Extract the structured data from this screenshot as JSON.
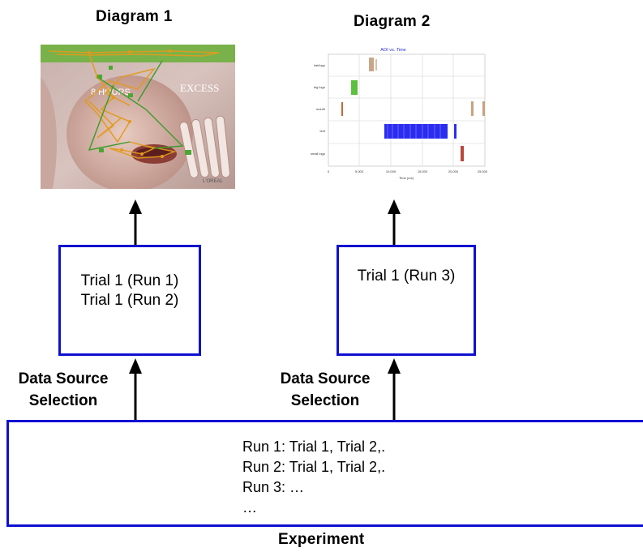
{
  "diagram1": {
    "title": "Diagram 1",
    "thumbnail": "eye-tracking-scanpath-image",
    "thumbnail_text": [
      "8 HOURS",
      "EXCESS",
      "L'OREAL"
    ]
  },
  "diagram2": {
    "title": "Diagram 2",
    "thumbnail": "aoi-timeline-chart",
    "chart_title": "AOI vs. Time",
    "row_labels": [
      "hat/logo",
      "big logo",
      "mouth",
      "text",
      "small logo"
    ],
    "x_ticks": [
      "0",
      "5,000",
      "10,000",
      "15,000",
      "20,000",
      "25,000"
    ],
    "x_label": "Time (ms)"
  },
  "box_left": {
    "lines": [
      "Trial 1 (Run 1)",
      "Trial 1 (Run 2)"
    ]
  },
  "box_right": {
    "lines": [
      "Trial 1 (Run 3)"
    ]
  },
  "labels": {
    "left": [
      "Data Source",
      "Selection"
    ],
    "right": [
      "Data Source",
      "Selection"
    ]
  },
  "experiment": {
    "lines": [
      "Run 1: Trial 1, Trial 2,.",
      "Run 2: Trial 1, Trial 2,.",
      "Run 3: …",
      "…"
    ],
    "caption": "Experiment"
  },
  "colors": {
    "box_border": "#0f10cf",
    "arrow": "#000000"
  }
}
